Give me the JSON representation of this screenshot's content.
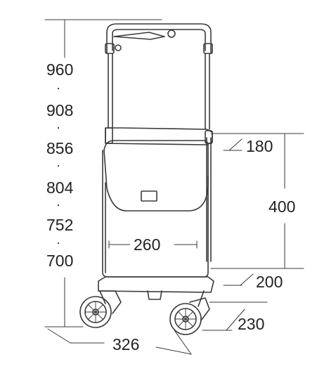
{
  "colors": {
    "line": "#3a3a3a",
    "text": "#222222",
    "background": "#ffffff"
  },
  "heights": {
    "values": [
      "960",
      "908",
      "856",
      "804",
      "752",
      "700"
    ],
    "separator": "·"
  },
  "dimensions": {
    "seat_depth": "180",
    "bag_height": "400",
    "bag_bottom": "200",
    "bag_width": "260",
    "wheel_depth": "230",
    "base_width": "326"
  }
}
